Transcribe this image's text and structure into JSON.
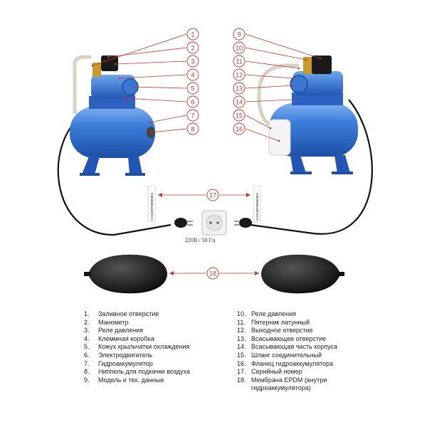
{
  "callouts_left": [
    "1",
    "2",
    "3",
    "4",
    "5",
    "6",
    "7",
    "8"
  ],
  "callouts_right": [
    "9",
    "10",
    "11",
    "12",
    "13",
    "14",
    "15",
    "16"
  ],
  "callout_middle": "17",
  "callout_membrane": "18",
  "serial_number": "CH0198T00000001",
  "voltage_label": "220В / 50 Гц",
  "legend_left": [
    {
      "num": "1.",
      "text": "Заливное отверстие"
    },
    {
      "num": "2.",
      "text": "Манометр"
    },
    {
      "num": "3.",
      "text": "Реле давления"
    },
    {
      "num": "4.",
      "text": "Клеммная коробка"
    },
    {
      "num": "5.",
      "text": "Кожух крыльчатки охлаждения"
    },
    {
      "num": "6.",
      "text": "Электродвигатель"
    },
    {
      "num": "7.",
      "text": "Гидроаккумулятор"
    },
    {
      "num": "8.",
      "text": "Ниппель для подкачки воздуха"
    },
    {
      "num": "9.",
      "text": "Модель и тех. данные"
    }
  ],
  "legend_right": [
    {
      "num": "10.",
      "text": "Реле давления"
    },
    {
      "num": "11.",
      "text": "Пятерник латунный"
    },
    {
      "num": "12.",
      "text": "Выходное отверстие"
    },
    {
      "num": "13.",
      "text": "Всасывающее отверстие"
    },
    {
      "num": "14.",
      "text": "Всасывающая часть корпуса"
    },
    {
      "num": "15.",
      "text": "Шланг соединительный"
    },
    {
      "num": "16.",
      "text": "Фланец гидроаккумулятора"
    },
    {
      "num": "17.",
      "text": "Серийный номер"
    },
    {
      "num": "18.",
      "text": "Мембрана EPDM (внутри гидроаккумулятора)"
    }
  ],
  "colors": {
    "accent": "#c0392b",
    "tank": "#2f6fd0",
    "membrane": "#1c1c1c"
  }
}
